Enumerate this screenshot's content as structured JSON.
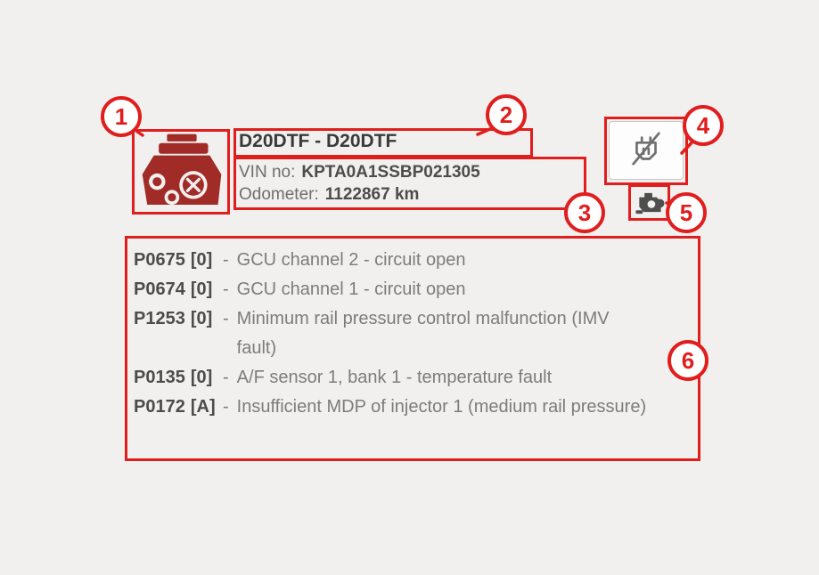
{
  "colors": {
    "annotation_red": "#e11e1e",
    "engine_icon_red": "#a12c27",
    "text_dark": "#3a3a3a",
    "text_gray": "#7c7c7c"
  },
  "vehicle": {
    "title": "D20DTF - D20DTF",
    "vin_label": "VIN no:",
    "vin": "KPTA0A1SSBP021305",
    "odometer_label": "Odometer:",
    "odometer": "1122867 km"
  },
  "dash": "-",
  "dtc": [
    {
      "code": "P0675",
      "flag": "[0]",
      "desc": "GCU channel 2 - circuit open"
    },
    {
      "code": "P0674",
      "flag": "[0]",
      "desc": "GCU channel 1 - circuit open"
    },
    {
      "code": "P1253",
      "flag": "[0]",
      "desc": "Minimum rail pressure control malfunction (IMV fault)"
    },
    {
      "code": "P0135",
      "flag": "[0]",
      "desc": "A/F sensor 1, bank 1 - temperature fault"
    },
    {
      "code": "P0172",
      "flag": "[A]",
      "desc": "Insufficient MDP of injector 1 (medium rail pressure)"
    }
  ],
  "callouts": [
    "1",
    "2",
    "3",
    "4",
    "5",
    "6"
  ],
  "icons": {
    "engine": "engine-icon",
    "no_connection": "connector-disconnected-icon",
    "adapter": "engine-adapter-icon"
  }
}
